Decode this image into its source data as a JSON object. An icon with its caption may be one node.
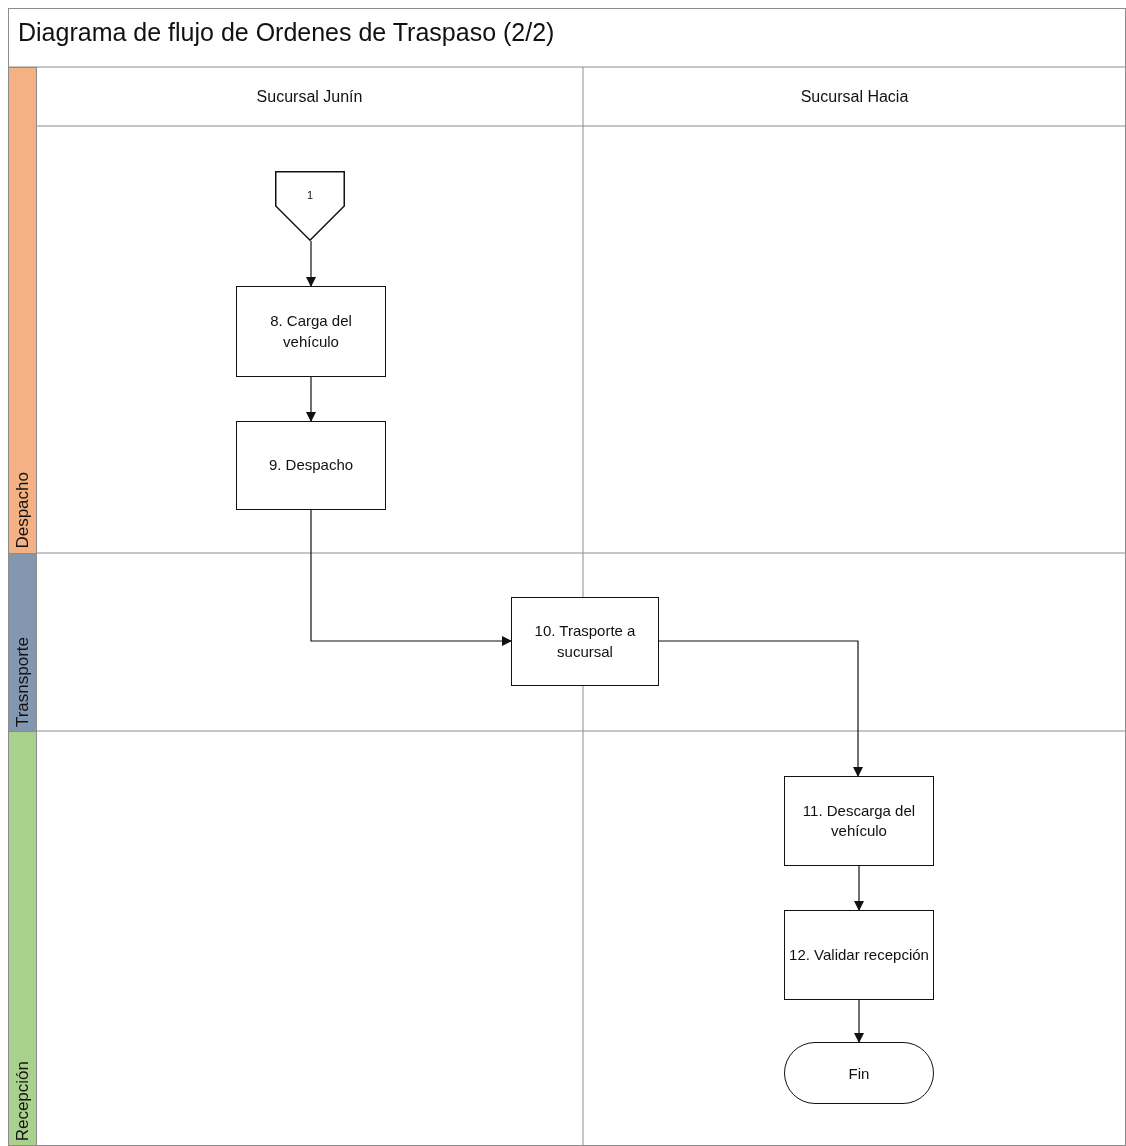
{
  "diagram": {
    "title": "Diagrama de flujo de Ordenes de Traspaso (2/2)",
    "nodes": [
      {
        "text": [
          "Sucursal Junín"
        ]
      },
      {
        "text": [
          "Sucursal Hacia"
        ]
      },
      {
        "text": [
          "Despacho"
        ]
      },
      {
        "text": [
          "Trasnsporte"
        ]
      },
      {
        "text": [
          "Recepción"
        ]
      },
      {
        "text": [
          "1"
        ]
      },
      {
        "text": [
          "8. Carga del vehículo"
        ]
      },
      {
        "text": [
          "9. Despacho"
        ]
      },
      {
        "text": [
          "10. Trasporte a sucursal"
        ]
      },
      {
        "text": [
          "11. Descarga del vehículo"
        ]
      },
      {
        "text": [
          "12. Validar recepción"
        ]
      },
      {
        "text": [
          "Fin"
        ]
      }
    ],
    "edges": [
      {
        "from": 5,
        "to": 6,
        "arrow": "to"
      },
      {
        "from": 6,
        "to": 7,
        "arrow": "to"
      },
      {
        "from": 7,
        "to": 8,
        "arrow": "to"
      },
      {
        "from": 8,
        "to": 9,
        "arrow": "to"
      },
      {
        "from": 9,
        "to": 10,
        "arrow": "to"
      },
      {
        "from": 10,
        "to": 11,
        "arrow": "to"
      }
    ]
  }
}
